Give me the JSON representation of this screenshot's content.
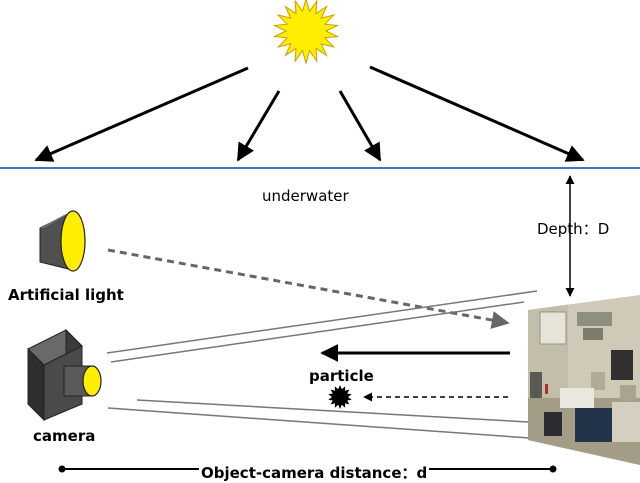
{
  "labels": {
    "underwater": "underwater",
    "depth": "Depth：D",
    "artificial_light": "Artificial light",
    "particle": "particle",
    "camera": "camera",
    "distance": "Object-camera distance：d"
  },
  "colors": {
    "sun_fill": "#ffee00",
    "sun_stroke": "#c8a000",
    "water_surface": "#4472c4",
    "lamp_body": "#505050",
    "lamp_lens": "#ffee00",
    "camera_body": "#4a4a4a",
    "ray_line": "#777777"
  },
  "icons": {
    "sun": "sun-icon",
    "light": "lamp-icon",
    "camera": "camera-icon",
    "particle": "particle-icon",
    "object": "scene-photo"
  }
}
